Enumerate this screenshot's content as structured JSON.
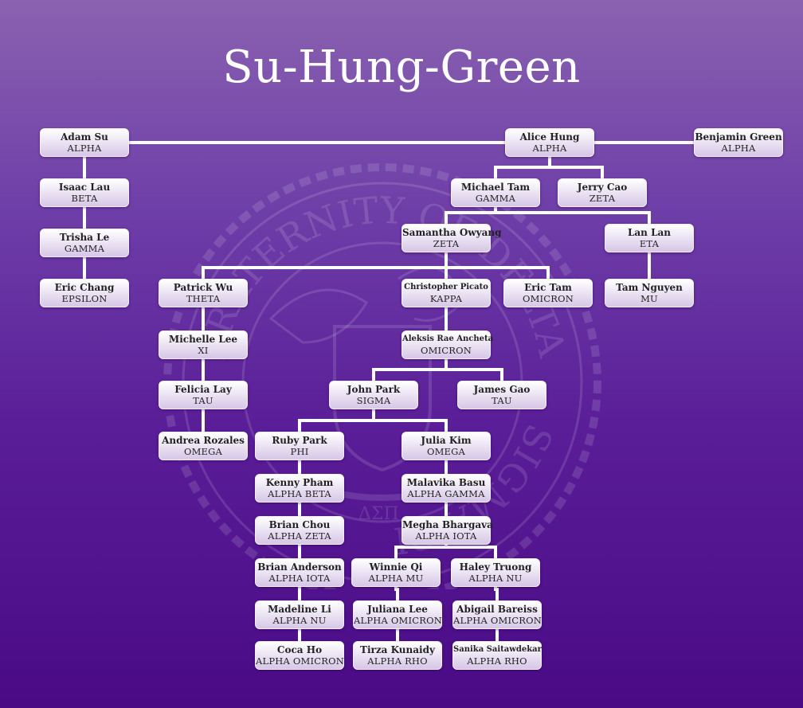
{
  "title": "Su-Hung-Green",
  "seal": {
    "text_top": "FRATERNITY OF DELTA",
    "text_bottom": "SIGMA PI",
    "ribbon": "ΔΣΠ"
  },
  "members": [
    {
      "id": "adam",
      "name": "Adam Su",
      "class": "ALPHA"
    },
    {
      "id": "alice",
      "name": "Alice Hung",
      "class": "ALPHA"
    },
    {
      "id": "benjamin",
      "name": "Benjamin Green",
      "class": "ALPHA"
    },
    {
      "id": "isaac",
      "name": "Isaac Lau",
      "class": "BETA"
    },
    {
      "id": "trisha",
      "name": "Trisha Le",
      "class": "GAMMA"
    },
    {
      "id": "eric_chang",
      "name": "Eric Chang",
      "class": "EPSILON"
    },
    {
      "id": "michael",
      "name": "Michael Tam",
      "class": "GAMMA"
    },
    {
      "id": "jerry",
      "name": "Jerry Cao",
      "class": "ZETA"
    },
    {
      "id": "samantha",
      "name": "Samantha Owyang",
      "class": "ZETA"
    },
    {
      "id": "lanlan",
      "name": "Lan Lan",
      "class": "ETA"
    },
    {
      "id": "patrick",
      "name": "Patrick Wu",
      "class": "THETA"
    },
    {
      "id": "christopher",
      "name": "Christopher Picato",
      "class": "KAPPA"
    },
    {
      "id": "eric_tam",
      "name": "Eric Tam",
      "class": "OMICRON"
    },
    {
      "id": "tam_nguyen",
      "name": "Tam Nguyen",
      "class": "MU"
    },
    {
      "id": "michelle",
      "name": "Michelle Lee",
      "class": "XI"
    },
    {
      "id": "aleksis",
      "name": "Aleksis Rae Ancheta",
      "class": "OMICRON"
    },
    {
      "id": "felicia",
      "name": "Felicia Lay",
      "class": "TAU"
    },
    {
      "id": "john",
      "name": "John Park",
      "class": "SIGMA"
    },
    {
      "id": "james",
      "name": "James Gao",
      "class": "TAU"
    },
    {
      "id": "andrea",
      "name": "Andrea Rozales",
      "class": "OMEGA"
    },
    {
      "id": "ruby",
      "name": "Ruby Park",
      "class": "PHI"
    },
    {
      "id": "julia",
      "name": "Julia Kim",
      "class": "OMEGA"
    },
    {
      "id": "kenny",
      "name": "Kenny Pham",
      "class": "ALPHA BETA"
    },
    {
      "id": "malavika",
      "name": "Malavika Basu",
      "class": "ALPHA GAMMA"
    },
    {
      "id": "brian_chou",
      "name": "Brian Chou",
      "class": "ALPHA ZETA"
    },
    {
      "id": "megha",
      "name": "Megha Bhargava",
      "class": "ALPHA IOTA"
    },
    {
      "id": "brian_anderson",
      "name": "Brian Anderson",
      "class": "ALPHA IOTA"
    },
    {
      "id": "winnie",
      "name": "Winnie Qi",
      "class": "ALPHA MU"
    },
    {
      "id": "haley",
      "name": "Haley Truong",
      "class": "ALPHA NU"
    },
    {
      "id": "madeline",
      "name": "Madeline Li",
      "class": "ALPHA NU"
    },
    {
      "id": "juliana",
      "name": "Juliana Lee",
      "class": "ALPHA OMICRON"
    },
    {
      "id": "abigail",
      "name": "Abigail Bareiss",
      "class": "ALPHA OMICRON"
    },
    {
      "id": "coca",
      "name": "Coca Ho",
      "class": "ALPHA OMICRON"
    },
    {
      "id": "tirza",
      "name": "Tirza Kunaidy",
      "class": "ALPHA RHO"
    },
    {
      "id": "sanika",
      "name": "Sanika Saitawdekar",
      "class": "ALPHA RHO"
    }
  ],
  "links": [
    [
      "adam",
      "alice"
    ],
    [
      "alice",
      "benjamin"
    ],
    [
      "adam",
      "isaac"
    ],
    [
      "isaac",
      "trisha"
    ],
    [
      "trisha",
      "eric_chang"
    ],
    [
      "alice",
      "michael"
    ],
    [
      "alice",
      "jerry"
    ],
    [
      "michael",
      "samantha"
    ],
    [
      "michael",
      "lanlan"
    ],
    [
      "lanlan",
      "tam_nguyen"
    ],
    [
      "samantha",
      "patrick"
    ],
    [
      "samantha",
      "christopher"
    ],
    [
      "samantha",
      "eric_tam"
    ],
    [
      "patrick",
      "michelle"
    ],
    [
      "michelle",
      "felicia"
    ],
    [
      "felicia",
      "andrea"
    ],
    [
      "christopher",
      "aleksis"
    ],
    [
      "aleksis",
      "john"
    ],
    [
      "aleksis",
      "james"
    ],
    [
      "john",
      "ruby"
    ],
    [
      "john",
      "julia"
    ],
    [
      "ruby",
      "kenny"
    ],
    [
      "kenny",
      "brian_chou"
    ],
    [
      "brian_chou",
      "brian_anderson"
    ],
    [
      "brian_anderson",
      "madeline"
    ],
    [
      "madeline",
      "coca"
    ],
    [
      "julia",
      "malavika"
    ],
    [
      "malavika",
      "megha"
    ],
    [
      "megha",
      "winnie"
    ],
    [
      "megha",
      "haley"
    ],
    [
      "winnie",
      "juliana"
    ],
    [
      "juliana",
      "tirza"
    ],
    [
      "haley",
      "abigail"
    ],
    [
      "abigail",
      "sanika"
    ]
  ]
}
